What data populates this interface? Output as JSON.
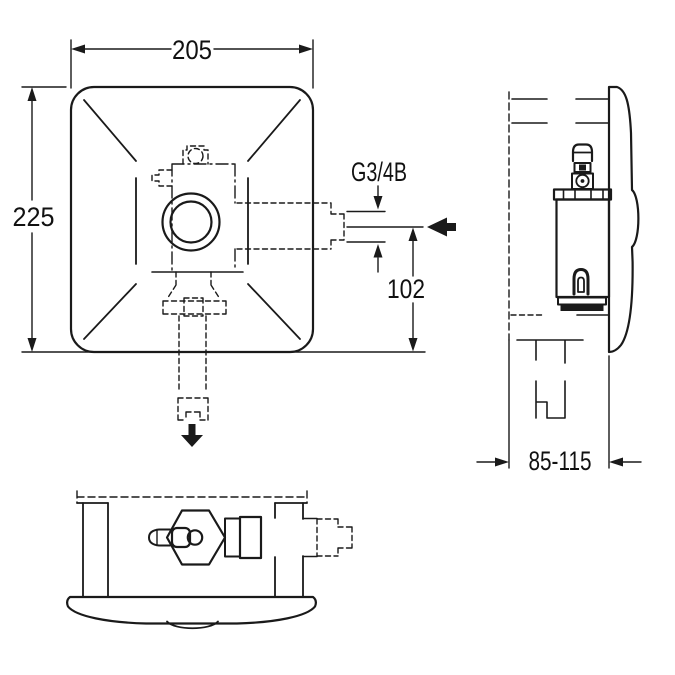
{
  "drawing": {
    "background": "#ffffff",
    "line_color": "#1a1a1a",
    "views": {
      "front": "front-view",
      "side": "side-view",
      "bottom": "bottom-view"
    },
    "dimensions": {
      "plate_width": "205",
      "plate_height": "225",
      "inlet_thread": "G3/4B",
      "inlet_center_to_plate_bottom": "102",
      "wall_to_plate_depth_range": "85-115"
    },
    "symbols": {
      "flow_in": "solid-left-arrow",
      "flow_out": "solid-down-arrow"
    }
  }
}
